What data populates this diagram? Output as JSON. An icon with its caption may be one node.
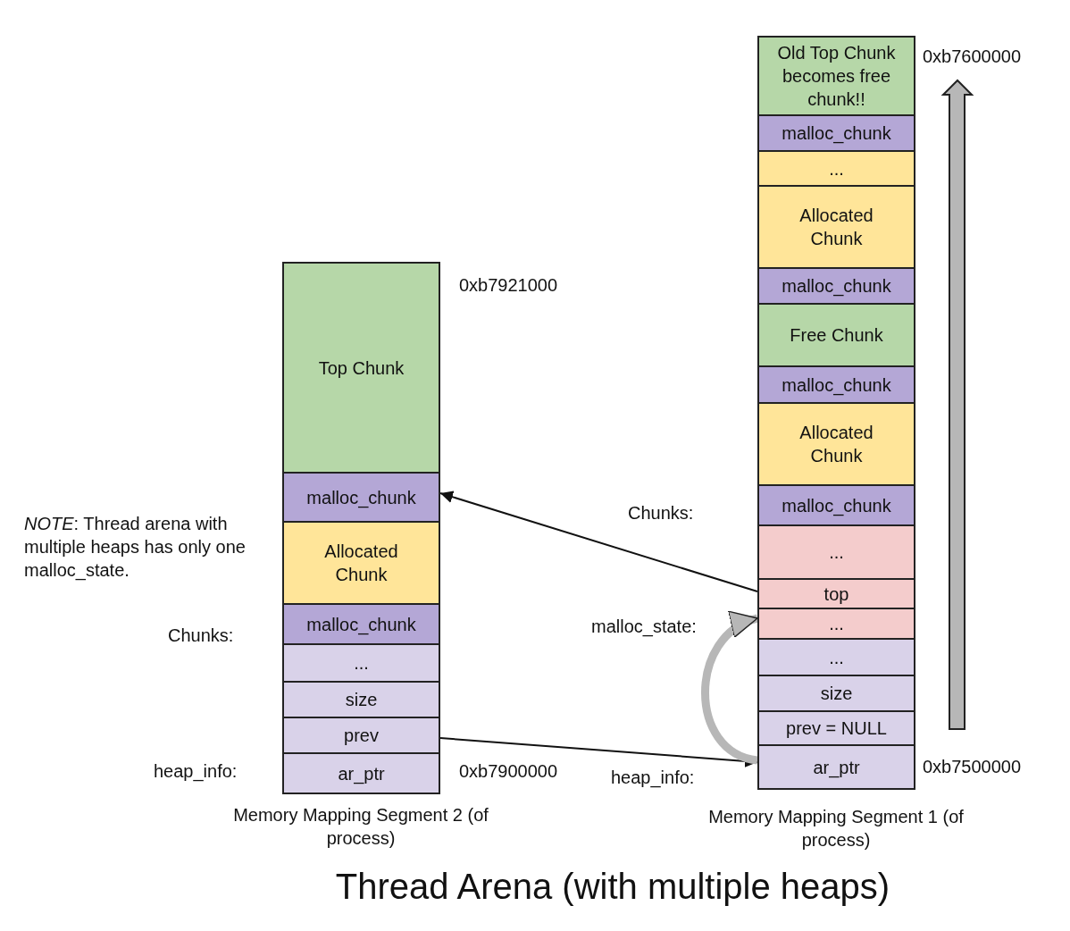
{
  "diagram": {
    "title": "Thread Arena (with multiple heaps)",
    "nodes": [
      {
        "text": [
          "Top Chunk"
        ]
      },
      {
        "text": [
          "malloc_chunk"
        ]
      },
      {
        "text": [
          "Allocated Chunk"
        ]
      },
      {
        "text": [
          "malloc_chunk"
        ]
      },
      {
        "text": [
          "..."
        ]
      },
      {
        "text": [
          "size"
        ]
      },
      {
        "text": [
          "prev"
        ]
      },
      {
        "text": [
          "ar_ptr"
        ]
      },
      {
        "text": [
          "Old Top Chunk becomes free chunk!!"
        ]
      },
      {
        "text": [
          "malloc_chunk"
        ]
      },
      {
        "text": [
          "..."
        ]
      },
      {
        "text": [
          "Allocated Chunk"
        ]
      },
      {
        "text": [
          "malloc_chunk"
        ]
      },
      {
        "text": [
          "Free Chunk"
        ]
      },
      {
        "text": [
          "malloc_chunk"
        ]
      },
      {
        "text": [
          "Allocated Chunk"
        ]
      },
      {
        "text": [
          "malloc_chunk"
        ]
      },
      {
        "text": [
          "..."
        ]
      },
      {
        "text": [
          "top"
        ]
      },
      {
        "text": [
          "..."
        ]
      },
      {
        "text": [
          "..."
        ]
      },
      {
        "text": [
          "size"
        ]
      },
      {
        "text": [
          "prev = NULL"
        ]
      },
      {
        "text": [
          "ar_ptr"
        ]
      }
    ],
    "edges": [
      {
        "from": 18,
        "to": 1,
        "arrow": "to"
      },
      {
        "from": 6,
        "to": 23,
        "arrow": "to"
      },
      {
        "from": 23,
        "to": 19,
        "arrow": "to",
        "style": "thick",
        "color": "#b7b7b7"
      }
    ],
    "labels": [
      "0xb7921000",
      "*NOTE*: Thread arena with multiple heaps has only one malloc_state.",
      "Chunks:",
      "heap_info:",
      "0xb7900000",
      "Memory Mapping Segment 2 (of process)",
      "0xb7600000",
      "Chunks:",
      "malloc_state:",
      "heap_info:",
      "0xb7500000",
      "Memory Mapping Segment 1 (of process)"
    ]
  }
}
